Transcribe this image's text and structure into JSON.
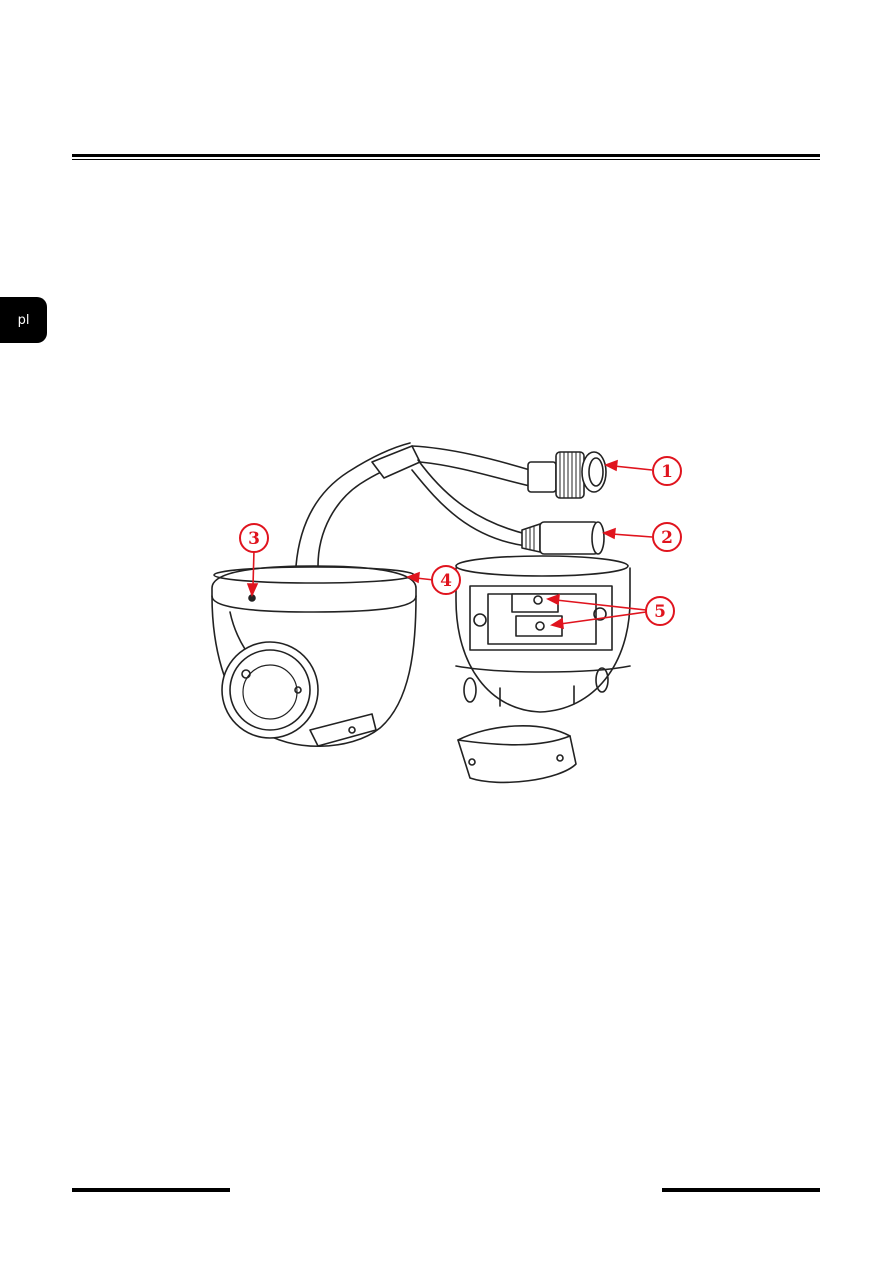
{
  "side_tab": {
    "label": "pl"
  },
  "figure": {
    "callouts": [
      "1",
      "2",
      "3",
      "4",
      "5"
    ],
    "accent_color": "#e0141e"
  }
}
